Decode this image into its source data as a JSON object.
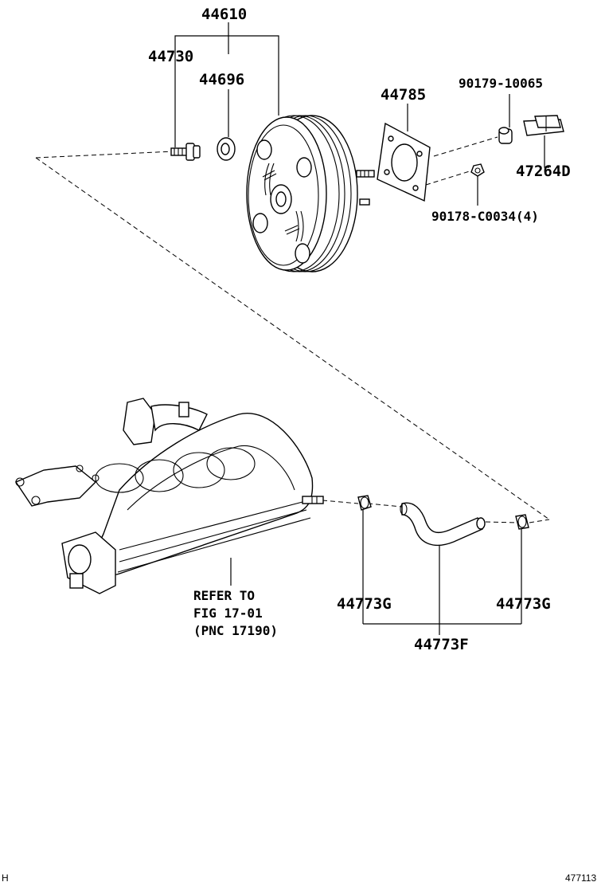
{
  "labels": {
    "p44610": "44610",
    "p44730": "44730",
    "p44696": "44696",
    "p44785": "44785",
    "p90179": "90179-10065",
    "p47264d": "47264D",
    "p90178": "90178-C0034(4)",
    "refer1": "REFER TO",
    "refer2": "FIG 17-01",
    "refer3": "(PNC 17190)",
    "p44773g_left": "44773G",
    "p44773g_right": "44773G",
    "p44773f": "44773F"
  },
  "footer": {
    "left_mark": "H",
    "diagram_id": "477113"
  }
}
